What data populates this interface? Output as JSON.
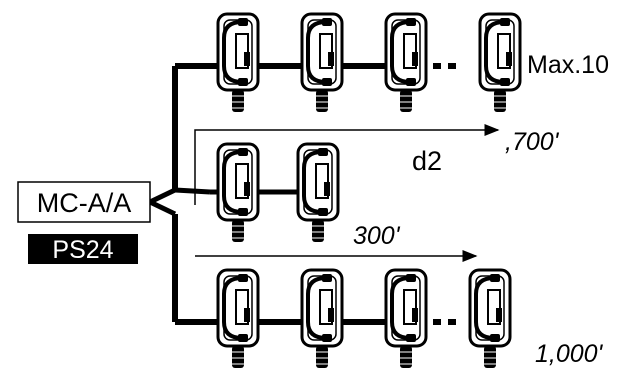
{
  "colors": {
    "ink": "#000000",
    "paper": "#ffffff"
  },
  "controller": {
    "label": "MC-A/A",
    "icon": "master-controller-box"
  },
  "power_supply": {
    "label": "PS24",
    "icon": "power-supply-badge"
  },
  "labels": {
    "max": "Max.10",
    "d2": "d2",
    "dist_700": ",700'",
    "dist_300": "300'",
    "dist_1000": "1,000'"
  },
  "stations": {
    "icon": "wall-intercom-handset-icon",
    "row_top_visible": 4,
    "row_middle_visible": 2,
    "row_bottom_visible": 4
  }
}
